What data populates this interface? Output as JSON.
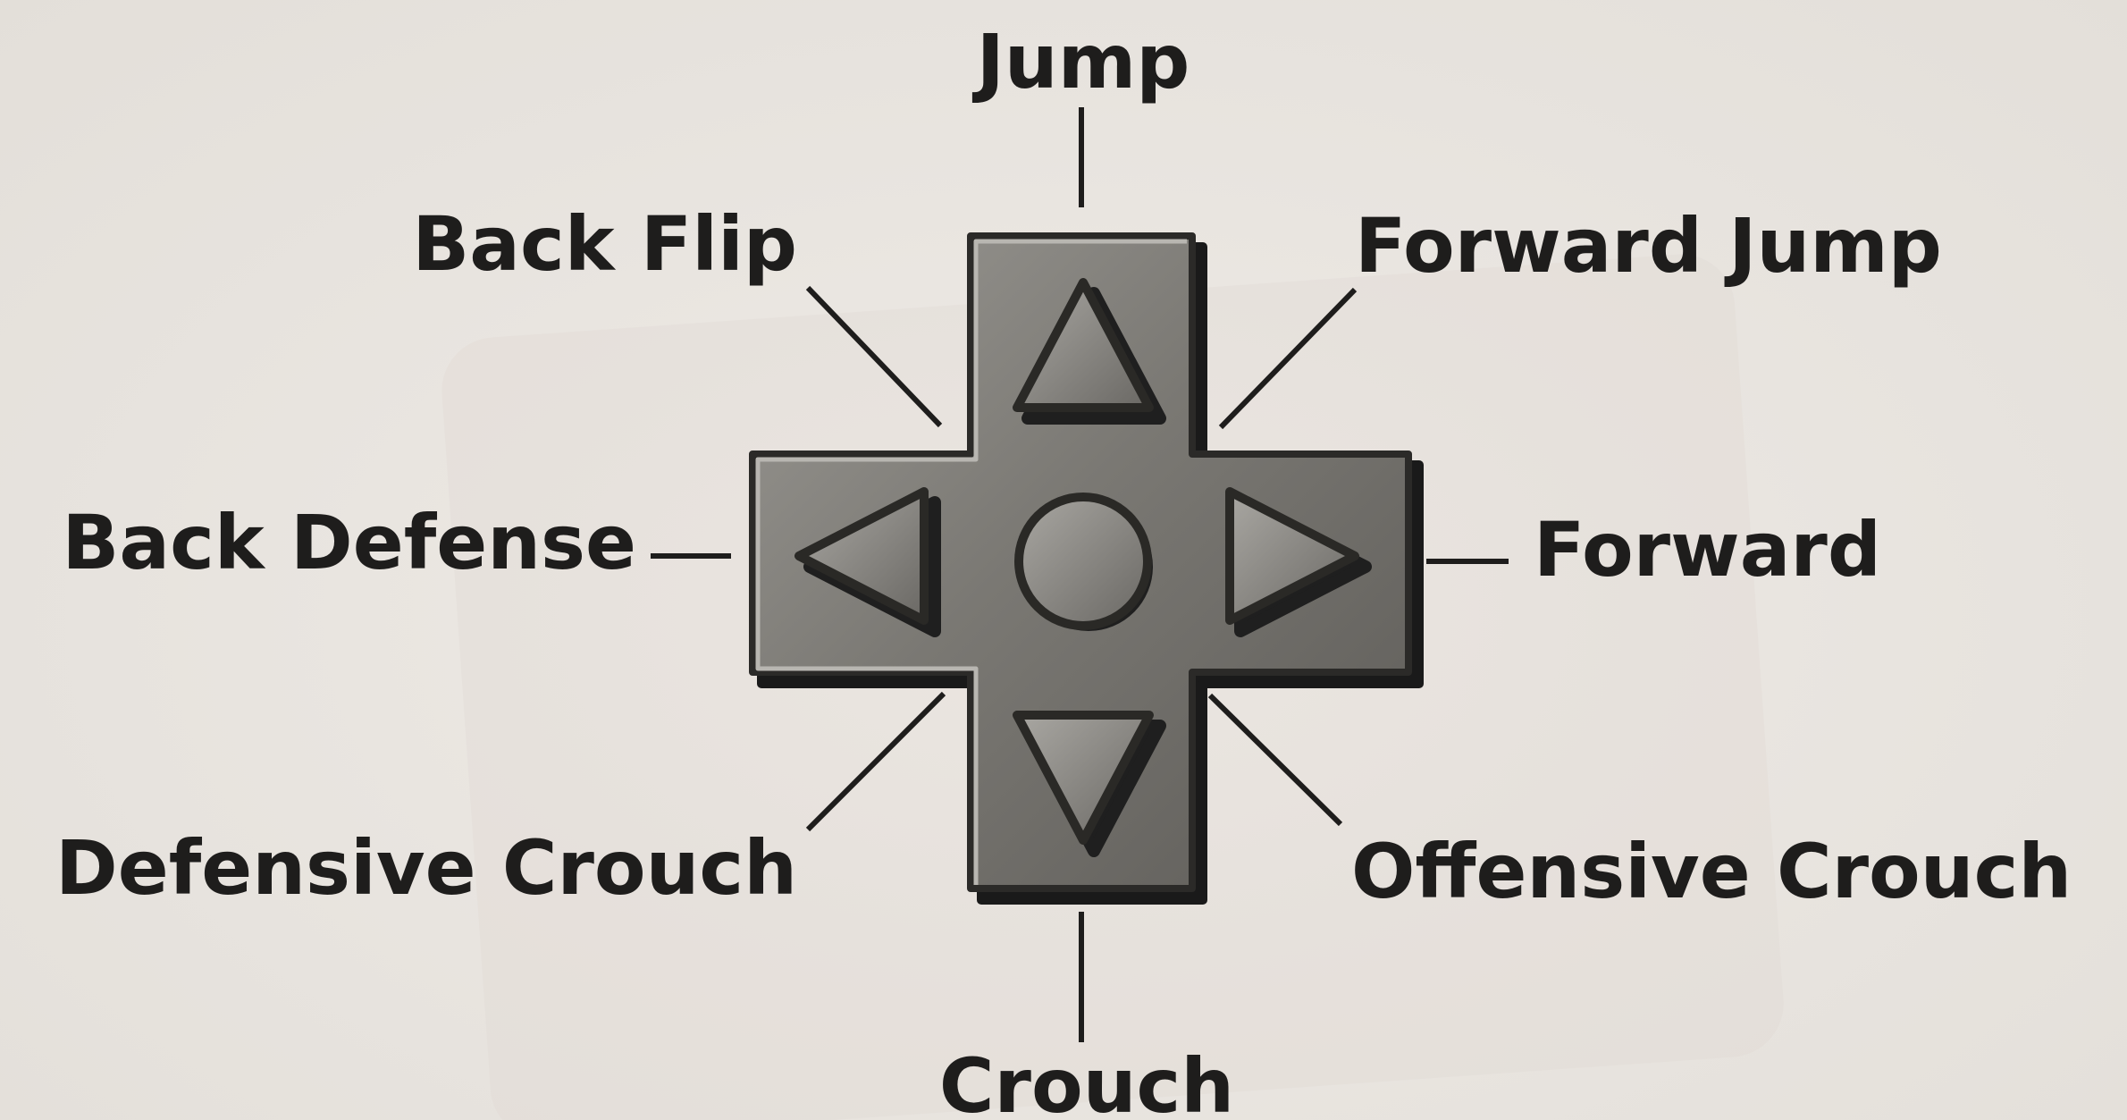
{
  "diagram": {
    "labels": {
      "up": "Jump",
      "up_forward": "Forward Jump",
      "up_back": "Back Flip",
      "back": "Back Defense",
      "forward": "Forward",
      "down_back": "Defensive Crouch",
      "down_forward": "Offensive Crouch",
      "down": "Crouch"
    },
    "pad": {
      "buttons": [
        "up-arrow-icon",
        "down-arrow-icon",
        "left-arrow-icon",
        "right-arrow-icon",
        "center-circle-icon"
      ],
      "body_color": "#76746f",
      "shadow_color": "#1c1c1c",
      "highlight_color": "#a8a6a1"
    },
    "text_color": "#1e1d1c",
    "background_color": "#ebe7e2"
  }
}
